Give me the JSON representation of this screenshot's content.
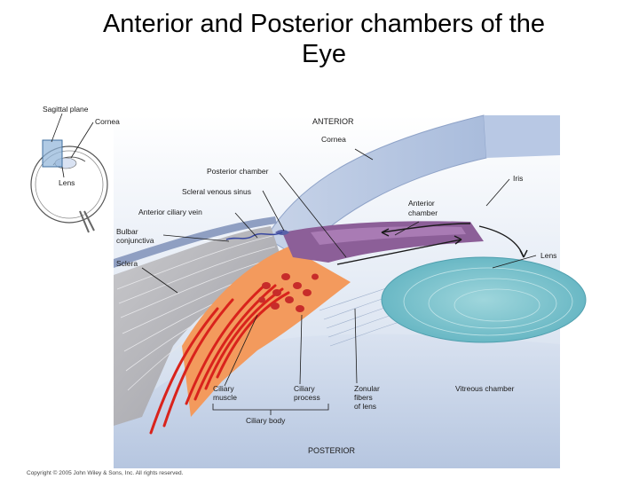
{
  "title": {
    "line1": "Anterior and Posterior chambers of the",
    "line2": "Eye"
  },
  "labels": {
    "sagittal_plane": "Sagittal plane",
    "inset_cornea": "Cornea",
    "inset_lens": "Lens",
    "anterior": "ANTERIOR",
    "cornea": "Cornea",
    "iris": "Iris",
    "posterior_chamber": "Posterior chamber",
    "scleral_venous_sinus": "Scleral venous sinus",
    "anterior_chamber_1": "Anterior",
    "anterior_chamber_2": "chamber",
    "anterior_ciliary_vein": "Anterior ciliary vein",
    "bulbar_conj_1": "Bulbar",
    "bulbar_conj_2": "conjunctiva",
    "lens": "Lens",
    "sclera": "Sclera",
    "ciliary_muscle_1": "Ciliary",
    "ciliary_muscle_2": "muscle",
    "ciliary_process_1": "Ciliary",
    "ciliary_process_2": "process",
    "zonular_1": "Zonular",
    "zonular_2": "fibers",
    "zonular_3": "of lens",
    "vitreous_chamber": "Vitreous chamber",
    "ciliary_body": "Ciliary body",
    "posterior": "POSTERIOR"
  },
  "copyright": "Copyright © 2005 John Wiley & Sons, Inc.  All rights reserved."
}
